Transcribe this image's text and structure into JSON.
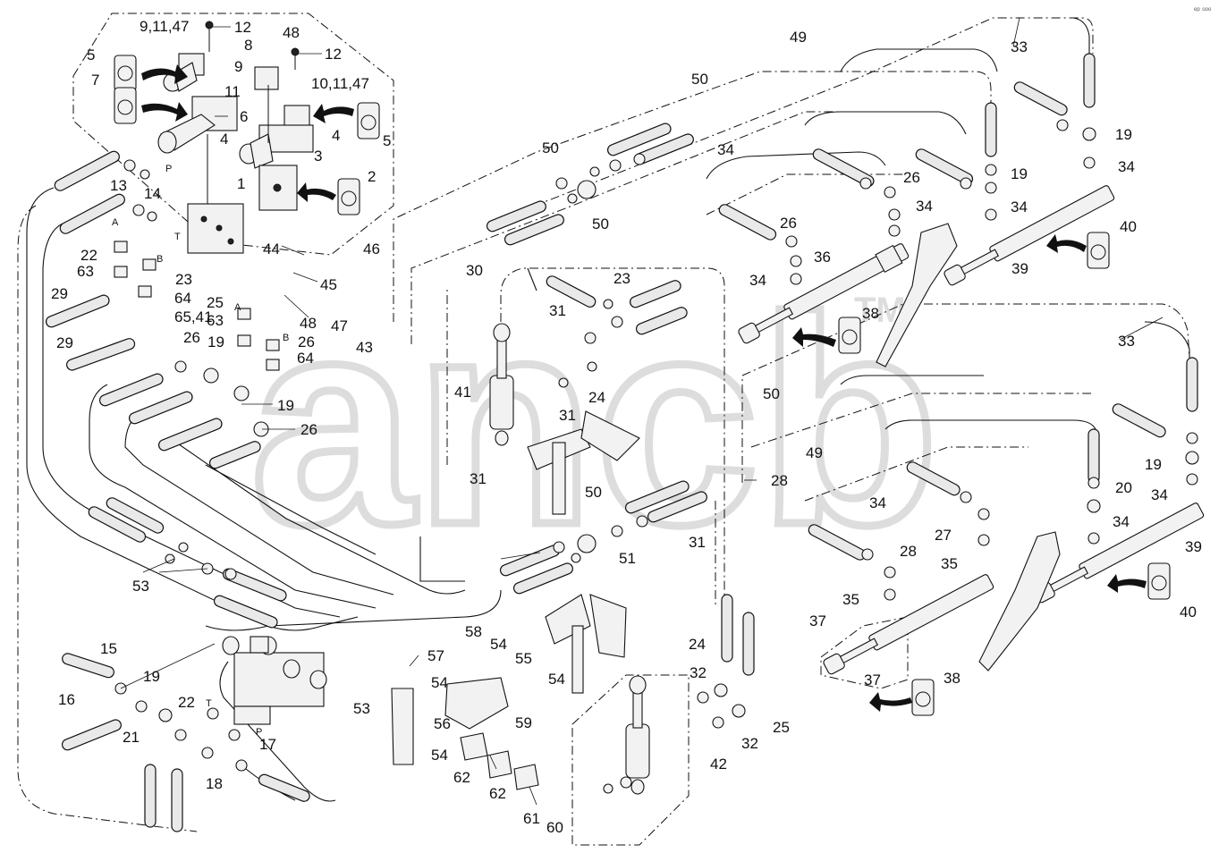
{
  "watermark": {
    "text": "ancb",
    "trademark": "TM",
    "corner_mark": "ᵉᵖ ᵒᵒᵒ"
  },
  "callouts": [
    "1",
    "2",
    "3",
    "4",
    "4",
    "5",
    "5",
    "6",
    "7",
    "8",
    "9",
    "9,11,47",
    "10,11,47",
    "11",
    "12",
    "12",
    "13",
    "14",
    "15",
    "16",
    "17",
    "18",
    "19",
    "19",
    "19",
    "19",
    "19",
    "19",
    "20",
    "21",
    "22",
    "22",
    "23",
    "23",
    "24",
    "24",
    "25",
    "25",
    "26",
    "26",
    "26",
    "26",
    "26",
    "27",
    "28",
    "28",
    "29",
    "29",
    "30",
    "31",
    "31",
    "31",
    "31",
    "32",
    "32",
    "33",
    "33",
    "34",
    "34",
    "34",
    "34",
    "34",
    "34",
    "34",
    "34",
    "35",
    "35",
    "36",
    "37",
    "37",
    "38",
    "38",
    "39",
    "39",
    "40",
    "40",
    "41",
    "42",
    "43",
    "44",
    "45",
    "46",
    "47",
    "48",
    "48",
    "49",
    "49",
    "50",
    "50",
    "50",
    "50",
    "50",
    "51",
    "53",
    "53",
    "54",
    "54",
    "54",
    "54",
    "55",
    "56",
    "57",
    "58",
    "59",
    "60",
    "61",
    "62",
    "62",
    "63",
    "63",
    "64",
    "64",
    "65,41"
  ],
  "port_letters": [
    "P",
    "T",
    "A",
    "B",
    "A",
    "B",
    "T",
    "P"
  ]
}
